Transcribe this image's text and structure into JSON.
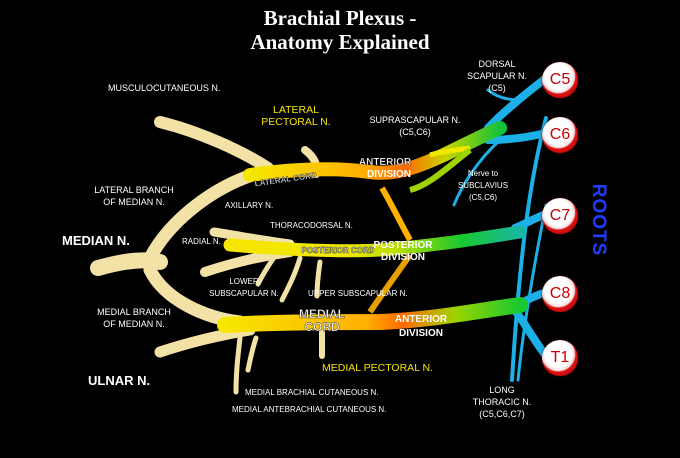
{
  "title_line1": "Brachial Plexus -",
  "title_line2": "Anatomy Explained",
  "roots_label": "ROOTS",
  "roots": [
    "C5",
    "C6",
    "C7",
    "C8",
    "T1"
  ],
  "cords": {
    "lateral": "LATERAL CORD",
    "posterior": "POSTERIOR CORD",
    "medial_1": "MEDIAL",
    "medial_2": "CORD"
  },
  "divisions": {
    "anterior_upper_1": "ANTERIOR",
    "anterior_upper_2": "DIVISION",
    "posterior_1": "POSTERIOR",
    "posterior_2": "DIVISION",
    "anterior_lower_1": "ANTERIOR",
    "anterior_lower_2": "DIVISION"
  },
  "labels": {
    "musculocutaneous": "MUSCULOCUTANEOUS N.",
    "lateral_pectoral_1": "LATERAL",
    "lateral_pectoral_2": "PECTORAL N.",
    "suprascapular_1": "SUPRASCAPULAR N.",
    "suprascapular_2": "(C5,C6)",
    "dorsal_scapular_1": "DORSAL",
    "dorsal_scapular_2": "SCAPULAR N.",
    "dorsal_scapular_3": "(C5)",
    "nerve_to_subclavius_1": "Nerve to",
    "nerve_to_subclavius_2": "SUBCLAVIUS",
    "nerve_to_subclavius_3": "(C5,C6)",
    "lateral_branch_median_1": "LATERAL BRANCH",
    "lateral_branch_median_2": "OF MEDIAN N.",
    "axillary": "AXILLARY N.",
    "thoracodorsal": "THORACODORSAL N.",
    "radial": "RADIAL N.",
    "median": "MEDIAN N.",
    "lower_subscapular_1": "LOWER",
    "lower_subscapular_2": "SUBSCAPULAR N.",
    "upper_subscapular": "UPPER SUBSCAPULAR N.",
    "medial_branch_median_1": "MEDIAL BRANCH",
    "medial_branch_median_2": "OF MEDIAN N.",
    "medial_pectoral": "MEDIAL PECTORAL N.",
    "ulnar": "ULNAR N.",
    "medial_brachial_cutaneous": "MEDIAL BRACHIAL CUTANEOUS N.",
    "medial_antebrachial_cutaneous": "MEDIAL ANTEBRACHIAL CUTANEOUS N.",
    "long_thoracic_1": "LONG",
    "long_thoracic_2": "THORACIC N.",
    "long_thoracic_3": "(C5,C6,C7)"
  },
  "colors": {
    "background": "#000000",
    "terminal_nerve": "#f3e2a6",
    "cord": "#f0ea00",
    "division": "#ff7a00",
    "trunk": "#18c930",
    "root": "#1bb0e8",
    "roots_word": "#1f3cff",
    "root_circle": "#d11111"
  }
}
